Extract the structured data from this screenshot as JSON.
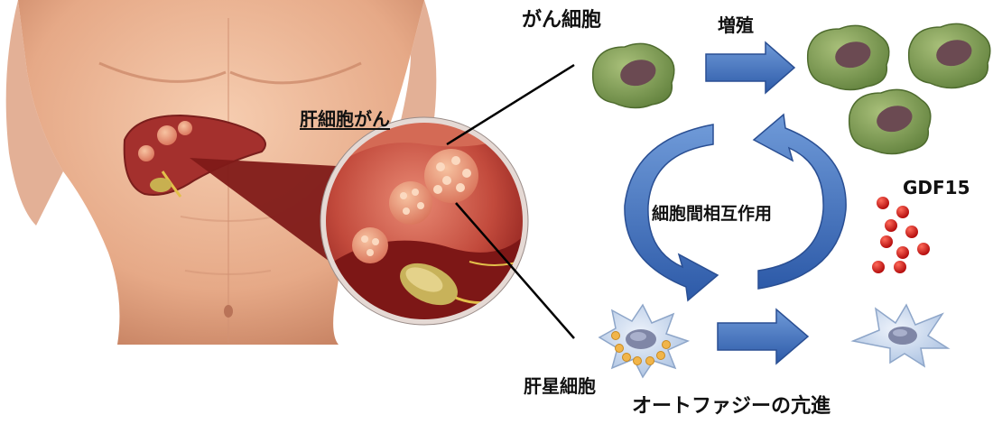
{
  "labels": {
    "hcc": "肝細胞がん",
    "cancer_cell": "がん細胞",
    "proliferation": "増殖",
    "interaction": "細胞間相互作用",
    "gdf15": "GDF15",
    "stellate_cell": "肝星細胞",
    "autophagy": "オートファジーの亢進"
  },
  "colors": {
    "cancer_cell_fill": "#7a9c4e",
    "cancer_nucleus": "#6b4a52",
    "stellate_cell_fill": "#c9d9ee",
    "arrow_blue": "#3f6fc1",
    "gdf15_dot": "#d42020",
    "liver_red": "#a4302d",
    "skin": "#e9b08e"
  }
}
